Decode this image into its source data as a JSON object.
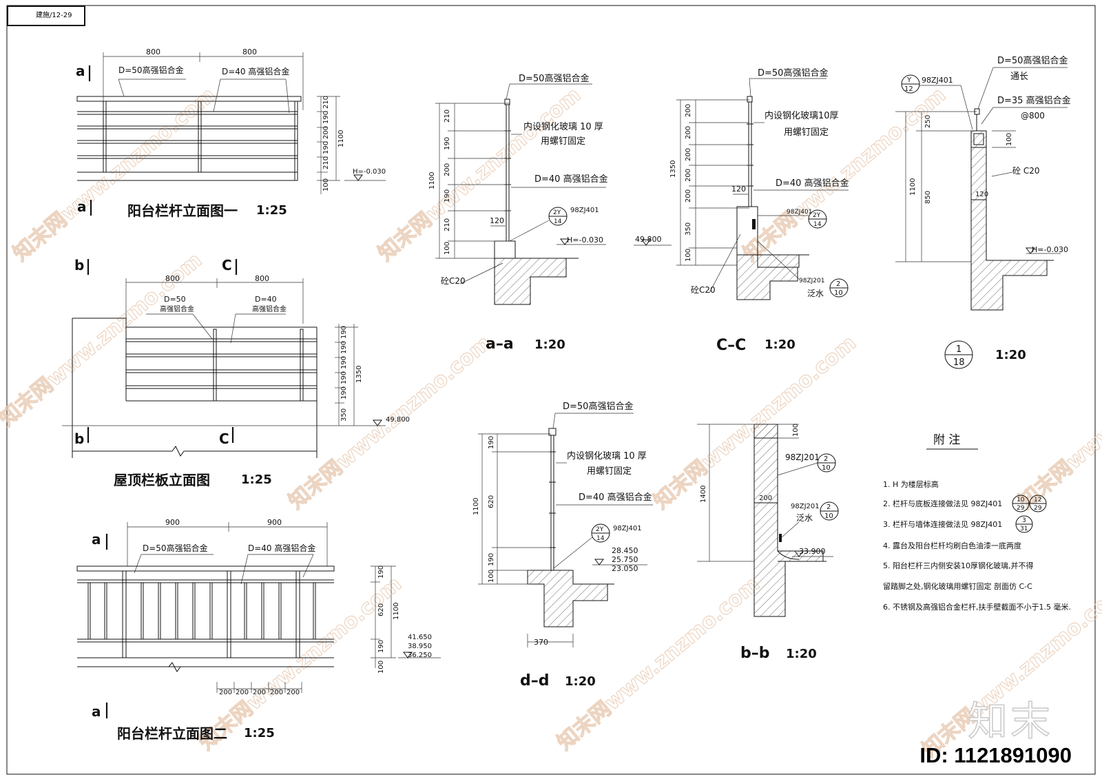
{
  "sheet": {
    "code": "建施/12-29",
    "id_label": "ID: 1121891090",
    "logo_text": "知末"
  },
  "watermark": {
    "text": "知末网www.znzmo.com"
  },
  "views": {
    "elev1": {
      "title": "阳台栏杆立面图一",
      "scale": "1:25",
      "dims_top": [
        "800",
        "800"
      ],
      "label_d50": "D=50高强铝合金",
      "label_d40": "D=40 高强铝合金",
      "dims_right": [
        "210",
        "190",
        "200",
        "190",
        "210",
        "100"
      ],
      "total": "1100",
      "level": "H=-0.030",
      "cut_a_top": "a",
      "cut_a_bottom": "a"
    },
    "elev_roof": {
      "title": "屋顶栏板立面图",
      "scale": "1:25",
      "dims_top": [
        "800",
        "800"
      ],
      "label_d50_1": "D=50",
      "label_d50_2": "高强铝合金",
      "label_d40_1": "D=40",
      "label_d40_2": "高强铝合金",
      "dims_right": [
        "190",
        "190",
        "190",
        "190",
        "190",
        "350"
      ],
      "total": "1350",
      "level": "49.800",
      "cut_b_top": "b",
      "cut_c_top": "C",
      "cut_b_bottom": "b",
      "cut_c_bottom": "C"
    },
    "elev2": {
      "title": "阳台栏杆立面图二",
      "scale": "1:25",
      "dims_top": [
        "900",
        "900"
      ],
      "label_d50": "D=50高强铝合金",
      "label_d40": "D=40 高强铝合金",
      "dims_right": [
        "190",
        "620",
        "190",
        "100"
      ],
      "total": "1100",
      "levels": [
        "41.650",
        "38.950",
        "36.250"
      ],
      "dims_bottom": [
        "200",
        "200",
        "200",
        "200",
        "200"
      ],
      "cut_a_top": "a",
      "cut_a_bottom": "a"
    },
    "sec_aa": {
      "title": "a–a",
      "scale": "1:20",
      "label_d50": "D=50高强铝合金",
      "label_glass_1": "内设钢化玻璃 10  厚",
      "label_glass_2": "用螺钉固定",
      "label_d40": "D=40 高强铝合金",
      "ref_circle_top": "2Y",
      "ref_circle_bottom": "14",
      "ref_code": "98ZJ401",
      "dims": [
        "210",
        "190",
        "200",
        "190",
        "210",
        "100"
      ],
      "total": "1100",
      "dim_120": "120",
      "level": "H=-0.030",
      "concrete": "砼C20"
    },
    "sec_cc": {
      "title": "C–C",
      "scale": "1:20",
      "label_d50": "D=50高强铝合金",
      "label_glass_1": "内设钢化玻璃10厚",
      "label_glass_2": "用螺钉固定",
      "label_d40": "D=40 高强铝合金",
      "ref1_code": "98ZJ401",
      "ref1_top": "2Y",
      "ref1_bottom": "14",
      "ref2_code": "98ZJ201",
      "ref2_top": "2",
      "ref2_bottom": "10",
      "ref2_note": "泛水",
      "dims": [
        "200",
        "200",
        "200",
        "200",
        "200",
        "350",
        "100"
      ],
      "total": "1350",
      "dim_120": "120",
      "level": "49.800",
      "concrete": "砼C20"
    },
    "detail_1_18": {
      "title_top": "1",
      "title_bottom": "18",
      "scale": "1:20",
      "ref_code": "98ZJ401",
      "ref_top": "Y",
      "ref_bottom": "12",
      "label_d50_1": "D=50高强铝合金",
      "label_d50_2": "通长",
      "label_d35_1": "D=35 高强铝合金",
      "label_d35_2": "@800",
      "concrete": "砼 C20",
      "dims": [
        "250",
        "850"
      ],
      "total": "1100",
      "dim_100": "100",
      "dim_120": "120",
      "level": "H=-0.030"
    },
    "sec_dd": {
      "title": "d–d",
      "scale": "1:20",
      "label_d50": "D=50高强铝合金",
      "label_glass_1": "内设钢化玻璃 10    厚",
      "label_glass_2": "用螺钉固定",
      "label_d40": "D=40 高强铝合金",
      "ref_code": "98ZJ401",
      "ref_top": "2Y",
      "ref_bottom": "14",
      "dims": [
        "190",
        "620",
        "190",
        "100"
      ],
      "total": "1100",
      "dim_bottom": "370",
      "levels": [
        "28.450",
        "25.750",
        "23.050"
      ]
    },
    "sec_bb": {
      "title": "b–b",
      "scale": "1:20",
      "ref1_code": "98ZJ201",
      "ref1_top": "2",
      "ref1_bottom": "10",
      "ref2_code": "98ZJ201",
      "ref2_top": "2",
      "ref2_bottom": "10",
      "ref2_note": "泛水",
      "dims": [
        "100",
        "200"
      ],
      "total": "1400",
      "level": "33.900"
    }
  },
  "notes": {
    "heading": "附  注",
    "items": [
      "1.  H 为楼层标高",
      "2.  栏杆与底板连接做法见 98ZJ401",
      "3.  栏杆与墙体连接做法见  98ZJ401",
      "4.  露台及阳台栏杆均刷白色油漆一底两度",
      "5.  阳台栏杆三内侧安装10厚钢化玻璃,并不得",
      "     留踏脚之处,钢化玻璃用螺钉固定  剖面仿 C-C",
      "6.  不锈钢及高强铝合金栏杆,扶手壁截面不小于1.5 毫米."
    ],
    "ref2_a_top": "10",
    "ref2_a_bottom": "29",
    "ref2_b_top": "12",
    "ref2_b_bottom": "29",
    "ref3_top": "3",
    "ref3_bottom": "31"
  }
}
